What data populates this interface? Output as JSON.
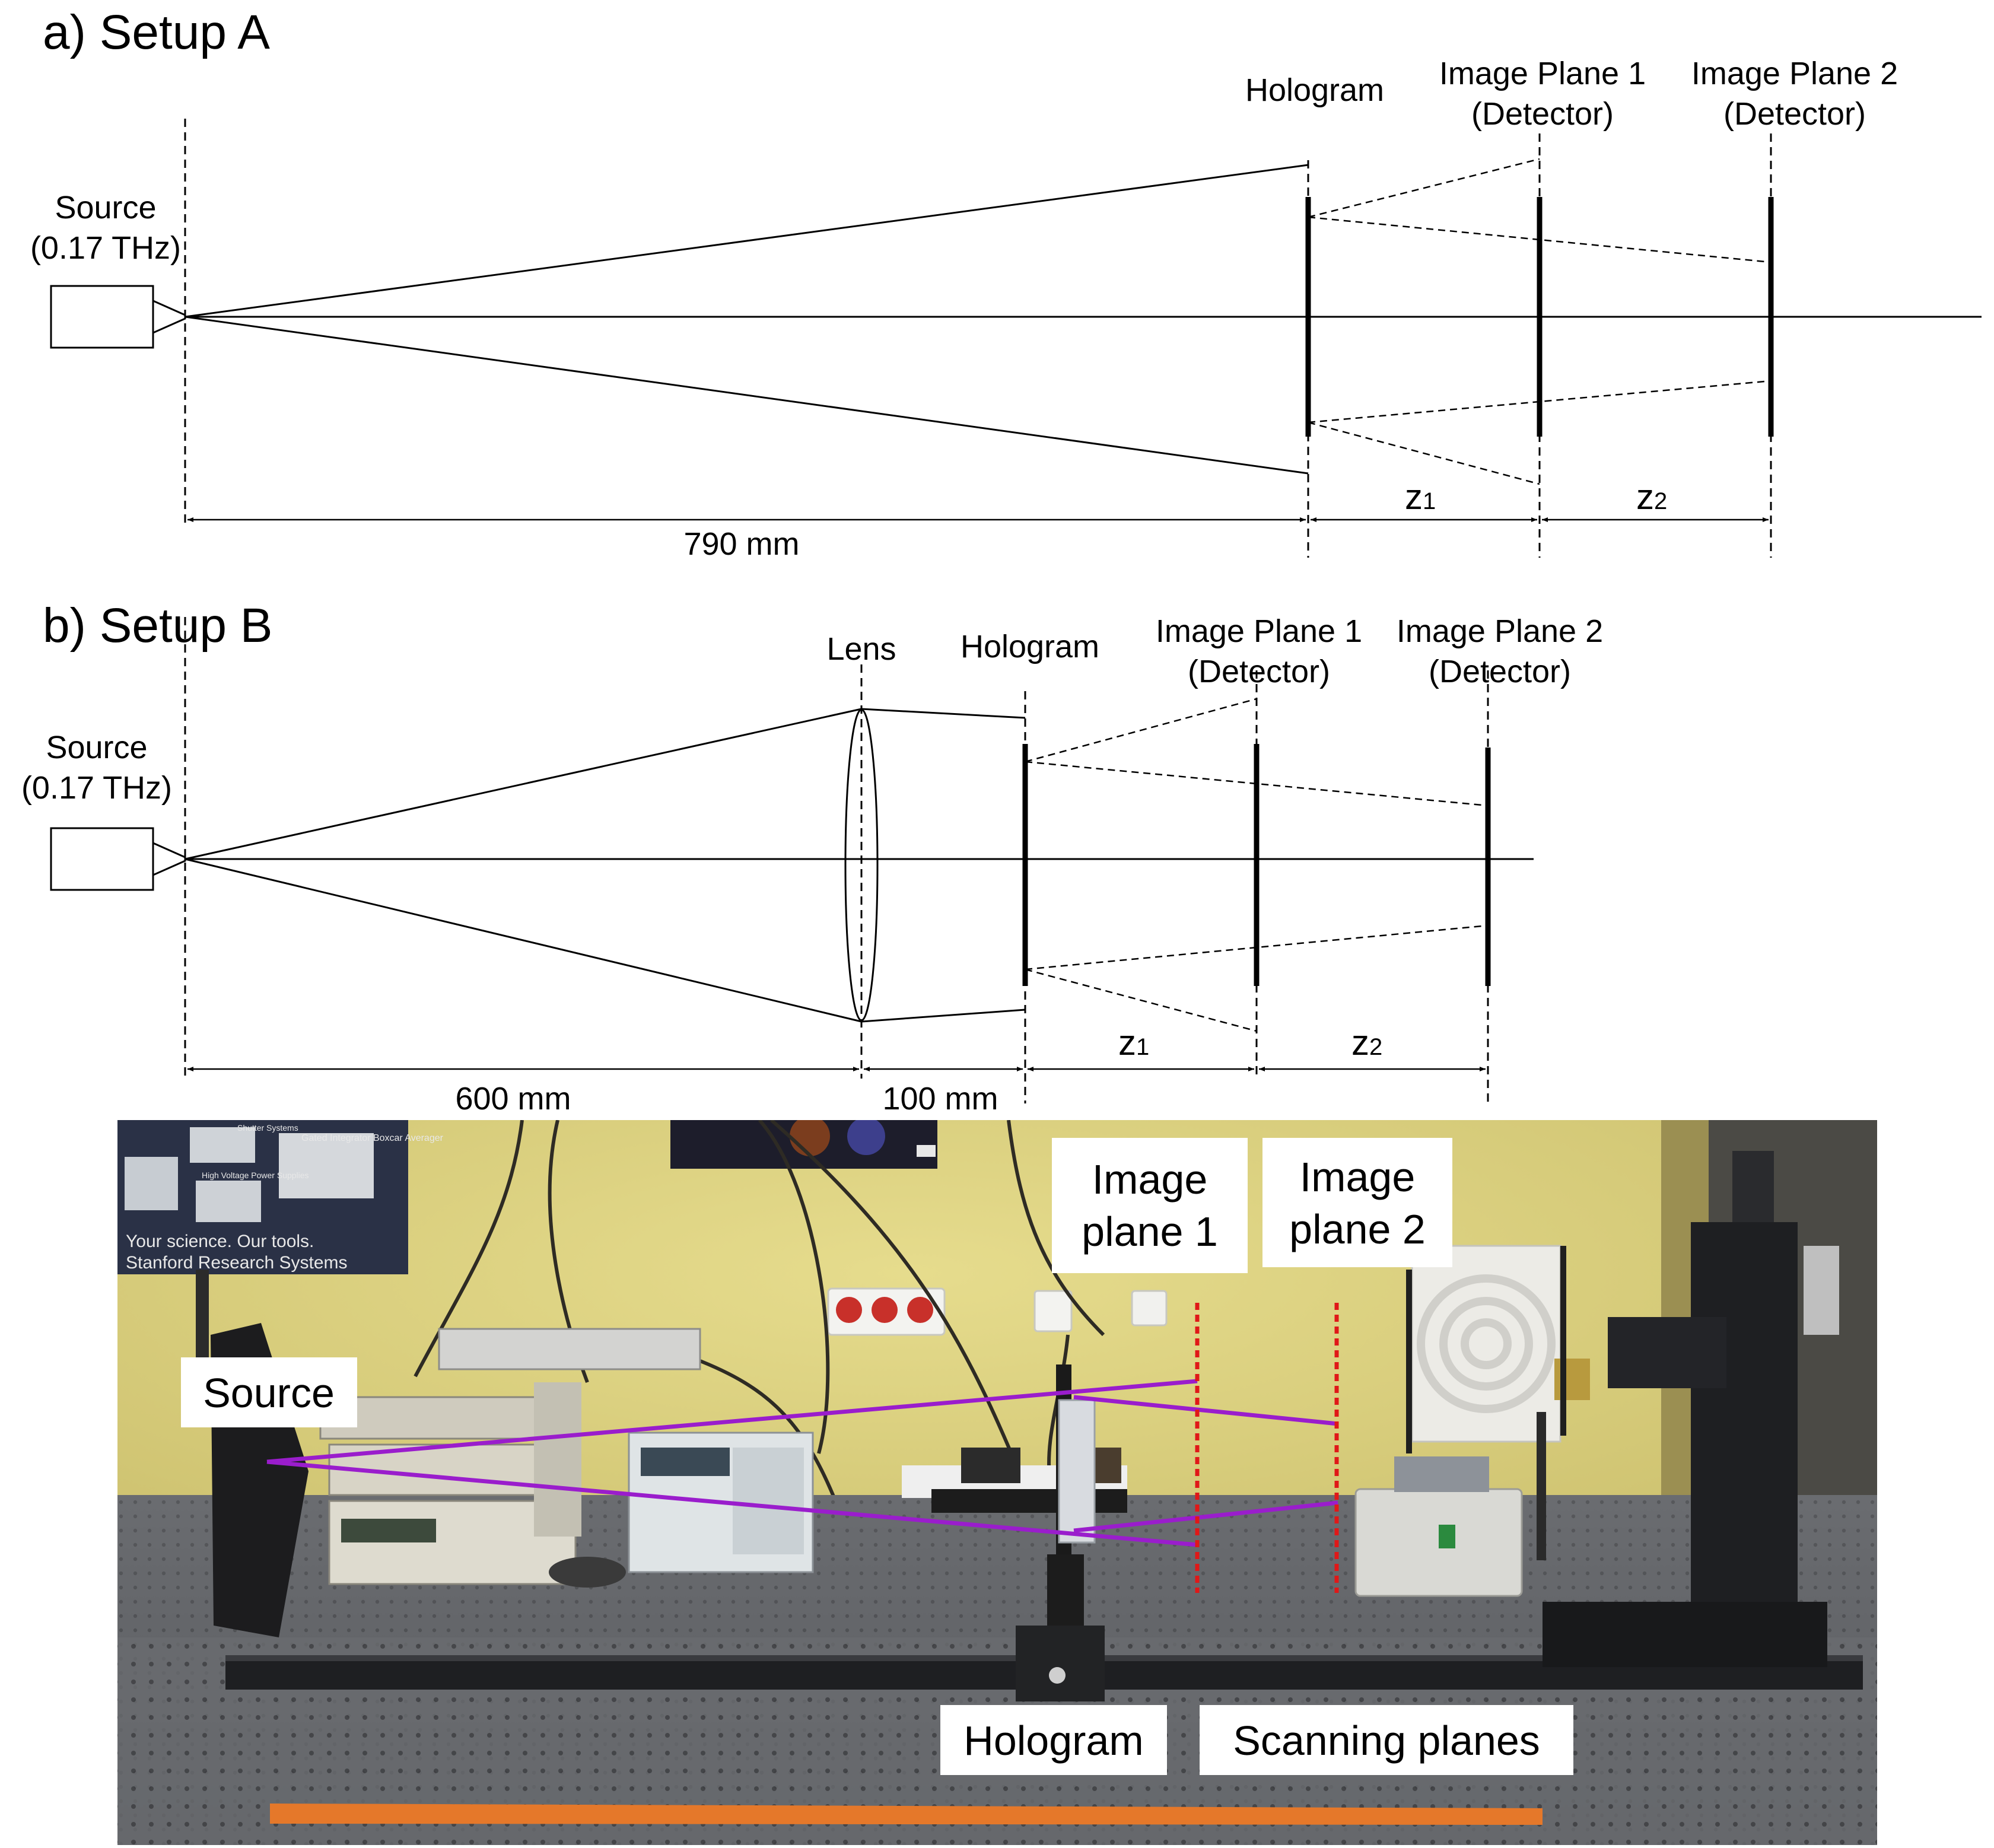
{
  "setup_a": {
    "title": "a) Setup A",
    "source_label": "Source",
    "source_freq": "(0.17 THz)",
    "hologram_label": "Hologram",
    "image_plane_1": "Image Plane 1",
    "image_plane_2": "Image Plane 2",
    "detector": "(Detector)",
    "dist_main": "790 mm",
    "z1": "z",
    "z1_sub": "1",
    "z2": "z",
    "z2_sub": "2"
  },
  "setup_b": {
    "title": "b) Setup B",
    "source_label": "Source",
    "source_freq": "(0.17 THz)",
    "lens_label": "Lens",
    "hologram_label": "Hologram",
    "image_plane_1": "Image Plane 1",
    "image_plane_2": "Image Plane 2",
    "detector": "(Detector)",
    "dist_source_lens": "600 mm",
    "dist_lens_hologram": "100 mm",
    "z1": "z",
    "z1_sub": "1",
    "z2": "z",
    "z2_sub": "2"
  },
  "photo": {
    "image_plane_1": [
      "Image",
      "plane 1"
    ],
    "image_plane_2": [
      "Image",
      "plane 2"
    ],
    "source": "Source",
    "hologram": "Hologram",
    "scanning_planes": "Scanning planes",
    "poster_text": [
      "Your science.  Our tools.",
      "Stanford Research Systems"
    ],
    "poster_items": [
      "Gated Integrator Boxcar Averager",
      "High Voltage Power Supplies",
      "Shutter Systems"
    ],
    "colors": {
      "beam": "#9a1dcc",
      "scan_line": "#e01818",
      "wall": "#d9cf7e",
      "table": "#5d5f63",
      "tape": "#e5782a"
    }
  }
}
